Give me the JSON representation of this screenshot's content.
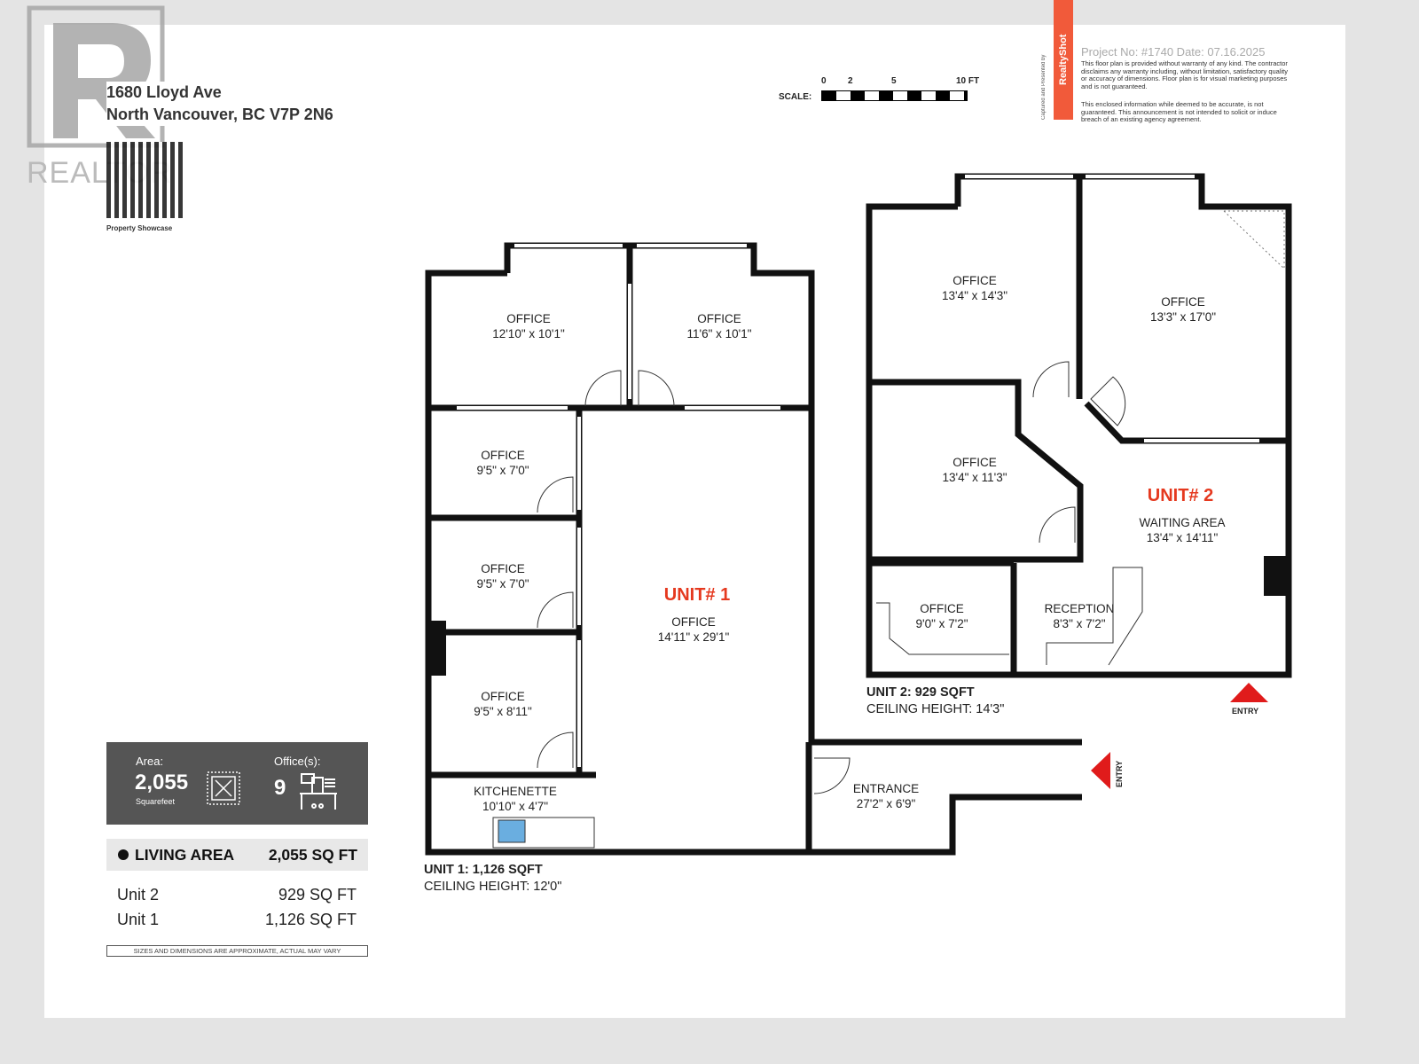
{
  "logo_text": "REALTOR",
  "address": {
    "line1": "1680 Lloyd Ave",
    "line2": "North Vancouver, BC V7P 2N6"
  },
  "qr_caption": "Property Showcase",
  "branding": {
    "name": "RealtyShot",
    "captured_by": "Captured and Presented by",
    "accent": "#f15a3a"
  },
  "project": {
    "label": "Project No: #1740   Date: 07.16.2025",
    "disclaimer1": "This floor plan is provided without warranty of any kind. The contractor disclaims any warranty including, without limitation, satisfactory quality or accuracy of dimensions. Floor plan is for visual marketing purposes and is not guaranteed.",
    "disclaimer2": "This enclosed information while deemed to be accurate, is not guaranteed. This announcement is not intended to solicit or induce breach of an existing agency agreement."
  },
  "scale": {
    "label": "SCALE:",
    "ticks": [
      "0",
      "2",
      "5",
      "10 FT"
    ]
  },
  "unit1": {
    "label": "UNIT# 1",
    "sqft": "UNIT 1: 1,126 SQFT",
    "ceiling": "CEILING HEIGHT: 12'0\"",
    "rooms": [
      {
        "name": "OFFICE",
        "dims": "12'10\" x 10'1\""
      },
      {
        "name": "OFFICE",
        "dims": "11'6\" x 10'1\""
      },
      {
        "name": "OFFICE",
        "dims": "9'5\" x 7'0\""
      },
      {
        "name": "OFFICE",
        "dims": "9'5\" x 7'0\""
      },
      {
        "name": "OFFICE",
        "dims": "9'5\" x 8'11\""
      },
      {
        "name": "OFFICE",
        "dims": "14'11\" x 29'1\""
      },
      {
        "name": "KITCHENETTE",
        "dims": "10'10\" x 4'7\""
      },
      {
        "name": "ENTRANCE",
        "dims": "27'2\" x 6'9\""
      }
    ]
  },
  "unit2": {
    "label": "UNIT# 2",
    "sqft": "UNIT 2: 929 SQFT",
    "ceiling": "CEILING HEIGHT: 14'3\"",
    "rooms": [
      {
        "name": "OFFICE",
        "dims": "13'4\" x 14'3\""
      },
      {
        "name": "OFFICE",
        "dims": "13'3\" x 17'0\""
      },
      {
        "name": "OFFICE",
        "dims": "13'4\" x 11'3\""
      },
      {
        "name": "WAITING AREA",
        "dims": "13'4\" x 14'11\""
      },
      {
        "name": "OFFICE",
        "dims": "9'0\" x 7'2\""
      },
      {
        "name": "RECEPTION",
        "dims": "8'3\" x 7'2\""
      }
    ]
  },
  "entry_label": "ENTRY",
  "entry_color": "#e01b1b",
  "stats": {
    "area_label": "Area:",
    "area_value": "2,055",
    "area_unit": "Squarefeet",
    "offices_label": "Office(s):",
    "offices_value": "9"
  },
  "living_area": {
    "label": "LIVING AREA",
    "value": "2,055 SQ FT"
  },
  "units": [
    {
      "name": "Unit 2",
      "value": "929 SQ FT"
    },
    {
      "name": "Unit 1",
      "value": "1,126 SQ FT"
    }
  ],
  "footnote": "SIZES AND DIMENSIONS ARE APPROXIMATE, ACTUAL MAY VARY"
}
